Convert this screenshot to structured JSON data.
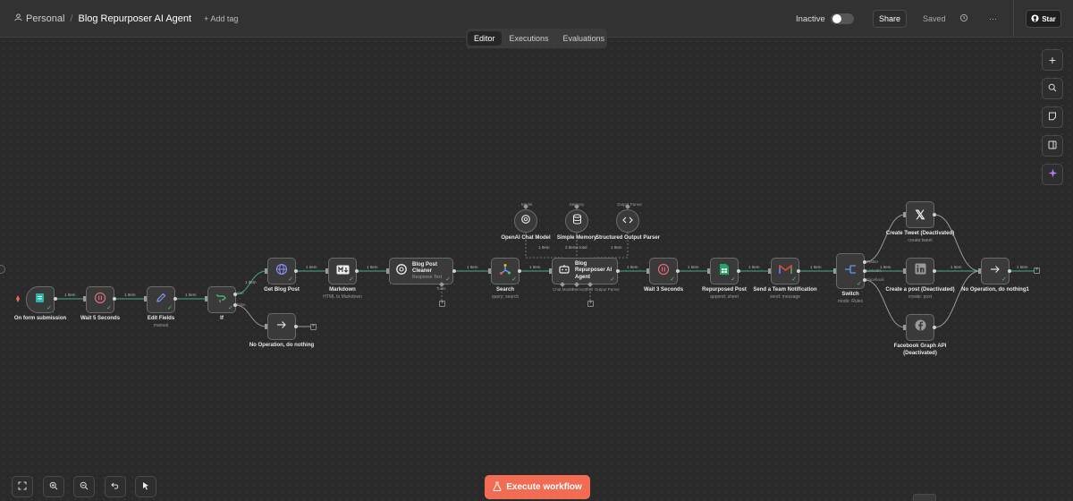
{
  "header": {
    "project": "Personal",
    "workflow_name": "Blog Repurposer AI Agent",
    "add_tag": "+ Add tag",
    "status_label": "Inactive",
    "share_label": "Share",
    "saved_label": "Saved",
    "more_label": "···",
    "star_label": "Star"
  },
  "tabs": [
    {
      "label": "Editor",
      "active": true
    },
    {
      "label": "Executions",
      "active": false
    },
    {
      "label": "Evaluations",
      "active": false
    }
  ],
  "side_toolbar": [
    "plus-icon",
    "search-icon",
    "sticky-note-icon",
    "panel-icon",
    "sparkle-icon"
  ],
  "bottom_toolbar": [
    "fit-view-icon",
    "zoom-in-icon",
    "zoom-out-icon",
    "undo-icon",
    "tidy-up-icon"
  ],
  "execute_label": "Execute workflow",
  "nodes": {
    "form": {
      "title": "On form submission",
      "subtitle": ""
    },
    "wait5": {
      "title": "Wait 5 Seconds",
      "subtitle": ""
    },
    "edit": {
      "title": "Edit Fields",
      "subtitle": "manual"
    },
    "if": {
      "title": "If",
      "subtitle": ""
    },
    "getblog": {
      "title": "Get Blog Post",
      "subtitle": ""
    },
    "noop1": {
      "title": "No Operation, do nothing",
      "subtitle": ""
    },
    "markdown": {
      "title": "Markdown",
      "subtitle": "HTML to Markdown"
    },
    "cleaner": {
      "title": "Blog Post Cleaner",
      "subtitle": "Response Text"
    },
    "search": {
      "title": "Search",
      "subtitle": "query: search"
    },
    "agent": {
      "title": "Blog Repurposer AI Agent",
      "subtitle": ""
    },
    "openai": {
      "title": "OpenAI Chat Model",
      "subtitle": ""
    },
    "memory": {
      "title": "Simple Memory",
      "subtitle": ""
    },
    "parser": {
      "title": "Structured Output Parser",
      "subtitle": ""
    },
    "wait3": {
      "title": "Wait 3 Seconds",
      "subtitle": ""
    },
    "repurposed": {
      "title": "Repurposed Post",
      "subtitle": "append: sheet"
    },
    "notify": {
      "title": "Send a Team Notification",
      "subtitle": "send: message"
    },
    "switch": {
      "title": "Switch",
      "subtitle": "mode: Rules"
    },
    "tweet": {
      "title": "Create Tweet (Deactivated)",
      "subtitle": "create:tweet"
    },
    "linkedin": {
      "title": "Create a post (Deactivated)",
      "subtitle": "create: post"
    },
    "facebook": {
      "title": "Facebook Graph API (Deactivated)",
      "subtitle": ""
    },
    "noop2": {
      "title": "No Operation, do nothing1",
      "subtitle": ""
    }
  },
  "labels": {
    "item": "1 Item",
    "items2": "2 Items total",
    "true": "true",
    "false": "false",
    "twitter": "Twitter",
    "linkedin": "LinkedIn",
    "facebook": "Facebook",
    "model": "Model",
    "memory": "Memory",
    "output_parser": "Output Parser",
    "tools": "Tools",
    "chat_model": "Chat Model",
    "memory_port": "Memory",
    "tool_port": "Tool",
    "output_parser_port": "Output Parser"
  }
}
